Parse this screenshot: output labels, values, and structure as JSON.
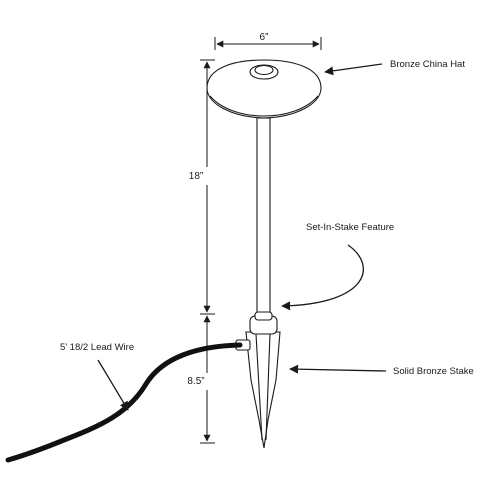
{
  "dimensions": {
    "width": "6”",
    "height_above_ground": "18”",
    "stake_length": "8.5”"
  },
  "callouts": {
    "hat": "Bronze China Hat",
    "feature": "Set-In-Stake Feature",
    "wire": "5’ 18/2 Lead Wire",
    "stake": "Solid Bronze Stake"
  },
  "colors": {
    "line": "#1a1a1a",
    "cable": "#111111",
    "background": "#ffffff"
  }
}
